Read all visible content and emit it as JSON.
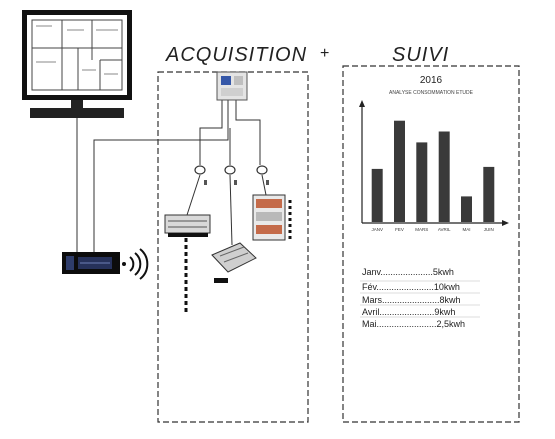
{
  "headings": {
    "acquisition": "ACQUISITION",
    "plus": "+",
    "suivi": "SUIVI"
  },
  "chart_data": {
    "type": "bar",
    "title": "2016",
    "subtitle": "ANALYSE CONSOMMATION ETUDE",
    "categories": [
      "JANV",
      "FEV",
      "MARS",
      "AVRIL",
      "MAI",
      "JUIN"
    ],
    "values": [
      5.4,
      10.3,
      8.1,
      9.2,
      2.6,
      5.6
    ],
    "ylim": [
      0,
      12
    ],
    "color": "#3a3a3a"
  },
  "consumption": [
    {
      "month": "Janv",
      "value": "5kwh"
    },
    {
      "month": "Fév",
      "value": "10kwh"
    },
    {
      "month": "Mars",
      "value": "8kwh"
    },
    {
      "month": "Avril",
      "value": "9kwh"
    },
    {
      "month": "Mai",
      "value": "2,5kwh"
    }
  ],
  "icons": {
    "monitor": "computer-monitor-icon",
    "wireless_display": "wireless-display-icon",
    "signal": "wifi-signal-icon",
    "main_meter": "energy-meter-icon",
    "sensor": "current-sensor-icon",
    "breaker": "circuit-breaker-icon",
    "electrical_panel": "electrical-panel-icon",
    "lighting": "lighting-fixture-icon"
  }
}
